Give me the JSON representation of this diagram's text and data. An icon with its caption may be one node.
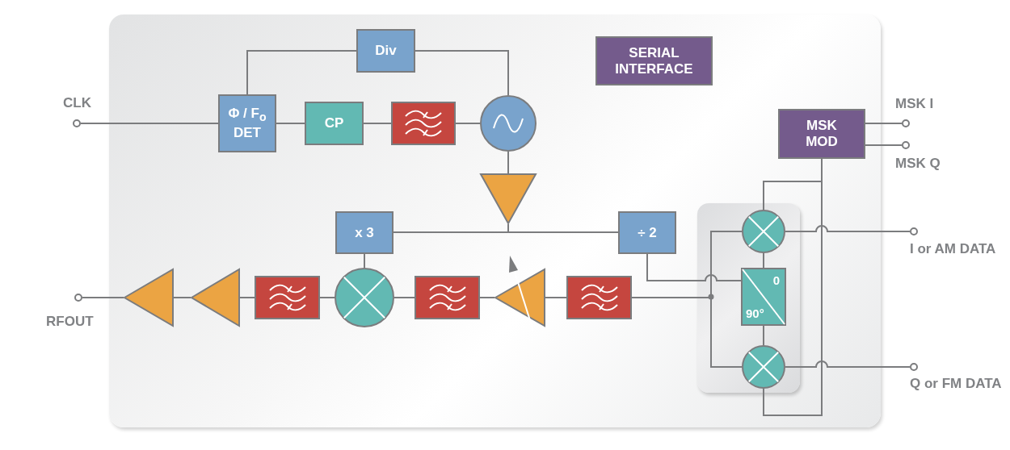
{
  "diagram": {
    "nodes": [
      {
        "text": [],
        "shape": "box"
      },
      {
        "text": [],
        "shape": "circle",
        "beside": [
          "CLK"
        ]
      },
      {
        "text": [
          "Div"
        ],
        "in": 0
      },
      {
        "text": [
          "Φ / F$_{o}$ DET"
        ],
        "in": 0
      },
      {
        "text": [
          "CP"
        ],
        "in": 0
      },
      {
        "text": [],
        "shape": "box",
        "in": 0
      },
      {
        "text": [],
        "shape": "circle",
        "in": 0
      },
      {
        "text": [],
        "shape": "triangle",
        "in": 0
      },
      {
        "text": [
          "SERIAL INTERFACE"
        ],
        "in": 0
      },
      {
        "text": [
          "MSK MOD"
        ],
        "in": 0
      },
      {
        "text": [],
        "shape": "circle",
        "beside": [
          "MSK I"
        ]
      },
      {
        "text": [],
        "shape": "circle",
        "beside": [
          "MSK Q"
        ]
      },
      {
        "text": [
          "x 3"
        ],
        "in": 0
      },
      {
        "text": [
          "÷ 2"
        ],
        "in": 0
      },
      {
        "text": [],
        "shape": "box",
        "in": 0
      },
      {
        "text": [],
        "shape": "circle",
        "in": 14
      },
      {
        "text": [
          "0",
          "90°"
        ],
        "in": 14
      },
      {
        "text": [],
        "shape": "circle",
        "in": 14
      },
      {
        "text": [],
        "shape": "circle",
        "beside": [
          "I or AM DATA"
        ]
      },
      {
        "text": [],
        "shape": "circle",
        "beside": [
          "Q or FM DATA"
        ]
      },
      {
        "text": [],
        "shape": "circle",
        "beside": [
          "RFOUT"
        ]
      },
      {
        "text": [],
        "shape": "triangle",
        "in": 0
      },
      {
        "text": [],
        "shape": "triangle",
        "in": 0
      },
      {
        "text": [],
        "shape": "box",
        "in": 0
      },
      {
        "text": [],
        "shape": "circle",
        "in": 0
      },
      {
        "text": [],
        "shape": "box",
        "in": 0
      },
      {
        "text": [],
        "shape": "triangle",
        "in": 0
      },
      {
        "text": [],
        "shape": "box",
        "in": 0
      }
    ],
    "edges": [
      {
        "from": 1,
        "to": 3,
        "arrow": "none"
      },
      {
        "from": 3,
        "to": 2,
        "arrow": "none"
      },
      {
        "from": 2,
        "to": 6,
        "arrow": "none"
      },
      {
        "from": 3,
        "to": 4,
        "arrow": "none"
      },
      {
        "from": 4,
        "to": 5,
        "arrow": "none"
      },
      {
        "from": 5,
        "to": 6,
        "arrow": "none"
      },
      {
        "from": 6,
        "to": 7,
        "arrow": "none"
      },
      {
        "from": 7,
        "to": 12,
        "arrow": "none"
      },
      {
        "from": 7,
        "to": 13,
        "arrow": "none"
      },
      {
        "from": 12,
        "to": 24,
        "arrow": "none"
      },
      {
        "from": 13,
        "to": 16,
        "arrow": "none"
      },
      {
        "from": 16,
        "to": 15,
        "arrow": "none"
      },
      {
        "from": 16,
        "to": 17,
        "arrow": "none"
      },
      {
        "from": 9,
        "to": 10,
        "arrow": "none"
      },
      {
        "from": 9,
        "to": 11,
        "arrow": "none"
      },
      {
        "from": 9,
        "to": 15,
        "arrow": "none"
      },
      {
        "from": 9,
        "to": 17,
        "arrow": "none"
      },
      {
        "from": 15,
        "to": 18,
        "arrow": "none"
      },
      {
        "from": 17,
        "to": 19,
        "arrow": "none"
      },
      {
        "from": 27,
        "to": 15,
        "arrow": "none"
      },
      {
        "from": 27,
        "to": 17,
        "arrow": "none"
      },
      {
        "from": 27,
        "to": 26,
        "arrow": "none"
      },
      {
        "from": 26,
        "to": 25,
        "arrow": "none"
      },
      {
        "from": 25,
        "to": 24,
        "arrow": "none"
      },
      {
        "from": 24,
        "to": 23,
        "arrow": "none"
      },
      {
        "from": 23,
        "to": 22,
        "arrow": "none"
      },
      {
        "from": 22,
        "to": 21,
        "arrow": "none"
      },
      {
        "from": 21,
        "to": 20,
        "arrow": "none"
      }
    ]
  }
}
